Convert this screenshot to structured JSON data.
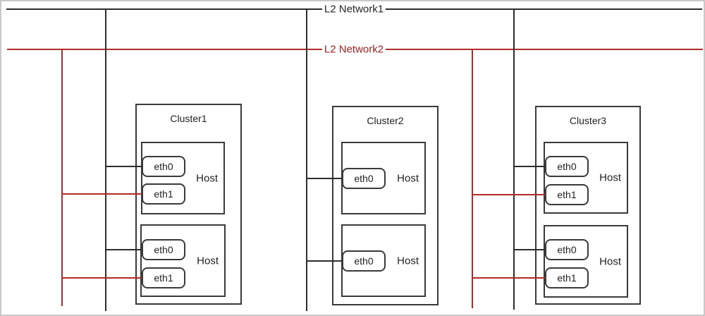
{
  "diagram_type": "network-topology",
  "colors": {
    "network1_line": "#2d2d2d",
    "network2_line": "#b12b27",
    "network2_label": "#a02220",
    "box_border": "#3a3a3a",
    "canvas_border": "#c9c9c9"
  },
  "networks": [
    {
      "label": "L2 Network1"
    },
    {
      "label": "L2 Network2"
    }
  ],
  "clusters": [
    {
      "label": "Cluster1",
      "hosts": [
        {
          "label": "Host",
          "interfaces": [
            {
              "name": "eth0",
              "connects_to": "L2 Network1"
            },
            {
              "name": "eth1",
              "connects_to": "L2 Network2"
            }
          ]
        },
        {
          "label": "Host",
          "interfaces": [
            {
              "name": "eth0",
              "connects_to": "L2 Network1"
            },
            {
              "name": "eth1",
              "connects_to": "L2 Network2"
            }
          ]
        }
      ]
    },
    {
      "label": "Cluster2",
      "hosts": [
        {
          "label": "Host",
          "interfaces": [
            {
              "name": "eth0",
              "connects_to": "L2 Network1"
            }
          ]
        },
        {
          "label": "Host",
          "interfaces": [
            {
              "name": "eth0",
              "connects_to": "L2 Network1"
            }
          ]
        }
      ]
    },
    {
      "label": "Cluster3",
      "hosts": [
        {
          "label": "Host",
          "interfaces": [
            {
              "name": "eth0",
              "connects_to": "L2 Network1"
            },
            {
              "name": "eth1",
              "connects_to": "L2 Network2"
            }
          ]
        },
        {
          "label": "Host",
          "interfaces": [
            {
              "name": "eth0",
              "connects_to": "L2 Network1"
            },
            {
              "name": "eth1",
              "connects_to": "L2 Network2"
            }
          ]
        }
      ]
    }
  ]
}
